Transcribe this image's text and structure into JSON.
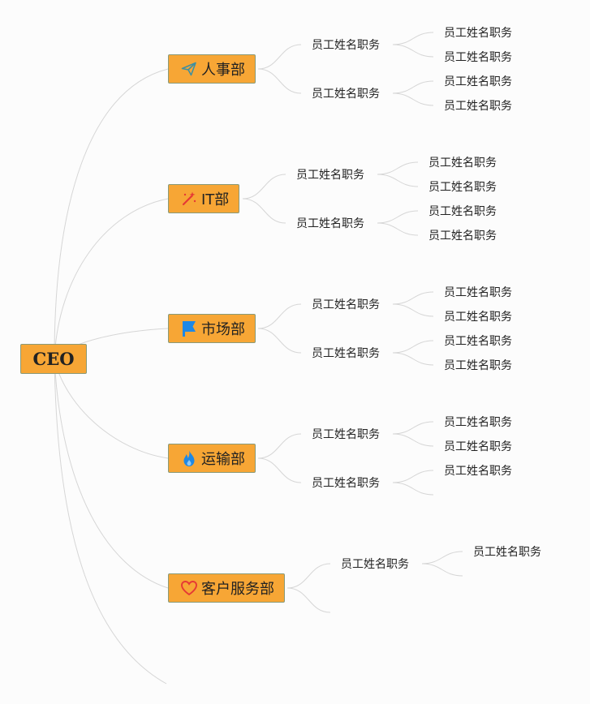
{
  "root": {
    "label": "CEO"
  },
  "colors": {
    "node_fill": "#f7a635",
    "node_border": "#8a9a78",
    "link": "#d6d6d6"
  },
  "departments": [
    {
      "label": "人事部",
      "icon": "paper-plane-icon",
      "groups": [
        {
          "label": "员工姓名职务",
          "members": [
            "员工姓名职务",
            "员工姓名职务"
          ]
        },
        {
          "label": "员工姓名职务",
          "members": [
            "员工姓名职务",
            "员工姓名职务"
          ]
        }
      ]
    },
    {
      "label": "IT部",
      "icon": "magic-wand-icon",
      "groups": [
        {
          "label": "员工姓名职务",
          "members": [
            "员工姓名职务",
            "员工姓名职务"
          ]
        },
        {
          "label": "员工姓名职务",
          "members": [
            "员工姓名职务",
            "员工姓名职务"
          ]
        }
      ]
    },
    {
      "label": "市场部",
      "icon": "flag-icon",
      "groups": [
        {
          "label": "员工姓名职务",
          "members": [
            "员工姓名职务",
            "员工姓名职务"
          ]
        },
        {
          "label": "员工姓名职务",
          "members": [
            "员工姓名职务",
            "员工姓名职务"
          ]
        }
      ]
    },
    {
      "label": "运输部",
      "icon": "flame-icon",
      "groups": [
        {
          "label": "员工姓名职务",
          "members": [
            "员工姓名职务",
            "员工姓名职务"
          ]
        },
        {
          "label": "员工姓名职务",
          "members": [
            "员工姓名职务",
            ""
          ]
        }
      ]
    },
    {
      "label": "客户服务部",
      "icon": "heart-icon",
      "groups": [
        {
          "label": "员工姓名职务",
          "members": [
            "员工姓名职务",
            ""
          ]
        },
        {
          "label": "",
          "members": []
        }
      ]
    },
    {
      "label": "",
      "icon": "",
      "groups": []
    }
  ]
}
